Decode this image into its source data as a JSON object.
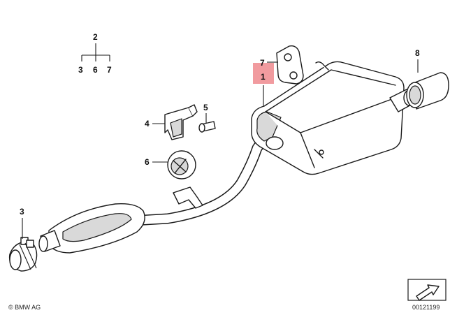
{
  "diagram": {
    "highlight_color": "#ee8a8e",
    "callouts": {
      "c1": "1",
      "c2": "2",
      "c2_sub3": "3",
      "c2_sub6": "6",
      "c2_sub7": "7",
      "c3": "3",
      "c4": "4",
      "c5": "5",
      "c6": "6",
      "c7": "7",
      "c8": "8"
    },
    "copyright": "© BMW AG",
    "drawing_number": "00121199"
  }
}
